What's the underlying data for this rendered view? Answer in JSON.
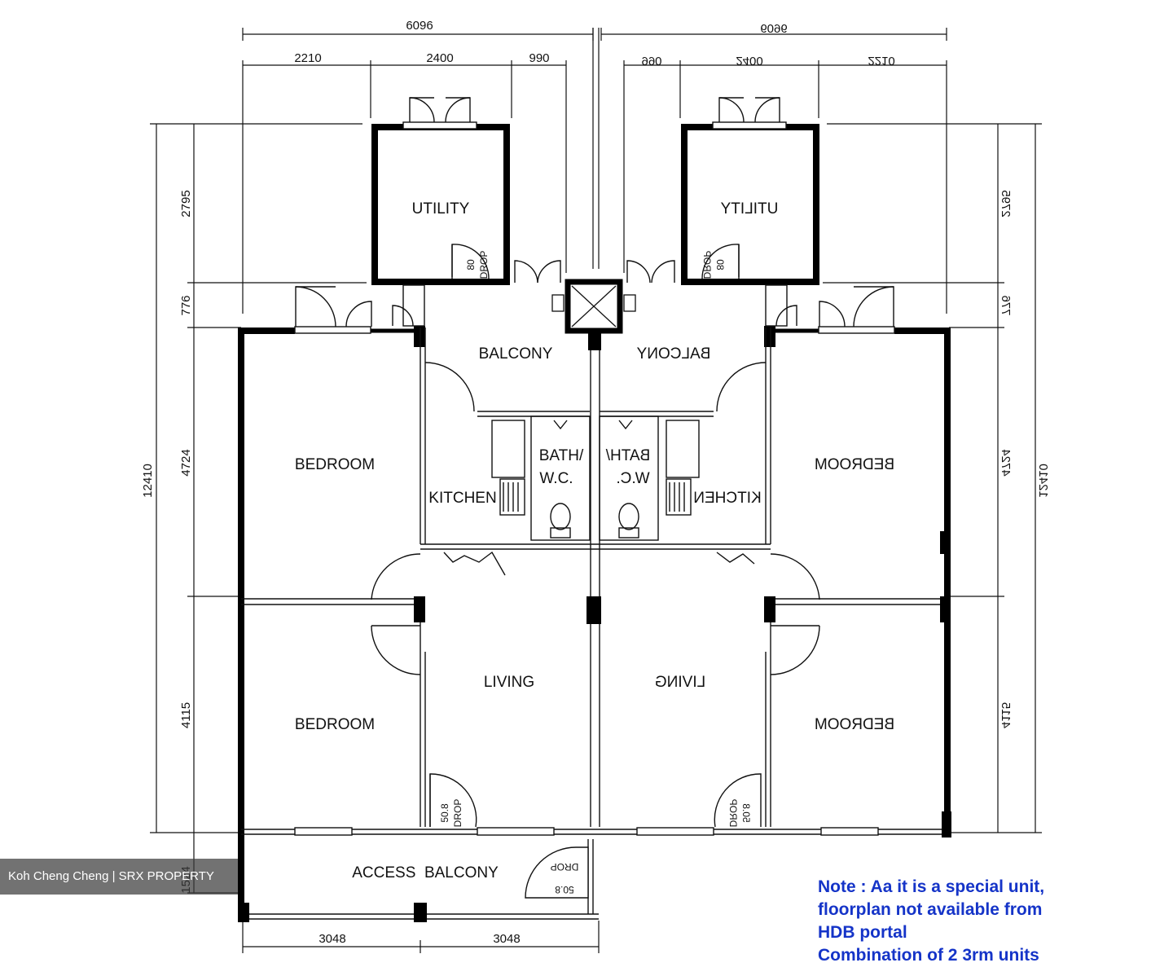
{
  "dimensions": {
    "top_total_left": "6096",
    "top_total_right": "6096",
    "top_left": [
      "2210",
      "2400",
      "990"
    ],
    "top_right": [
      "990",
      "2400",
      "2210"
    ],
    "left_segments": [
      "2795",
      "776",
      "4724",
      "4115",
      "1524"
    ],
    "left_total": "12410",
    "right_segments": [
      "2795",
      "776",
      "4724",
      "4115"
    ],
    "right_total": "12410",
    "bottom": [
      "3048",
      "3048"
    ]
  },
  "rooms": {
    "utility": "UTILITY",
    "balcony": "BALCONY",
    "bedroom": "BEDROOM",
    "kitchen": "KITCHEN",
    "bath_line1": "BATH/",
    "bath_line2": "W.C.",
    "living": "LIVING",
    "access_balcony": "ACCESS  BALCONY"
  },
  "drops": {
    "utility_num": "80",
    "utility_word": "DROP",
    "living_num": "50.8",
    "living_word": "DROP",
    "access_num": "50.8",
    "access_word": "DROP"
  },
  "watermark": "Koh Cheng Cheng | SRX PROPERTY",
  "note": {
    "line1": "Note : Aa it is a special unit,",
    "line2": "floorplan not available from",
    "line3": "HDB portal",
    "line4": "Combination of 2 3rm units"
  },
  "colors": {
    "note": "#1534c8",
    "walls": "#000000"
  }
}
